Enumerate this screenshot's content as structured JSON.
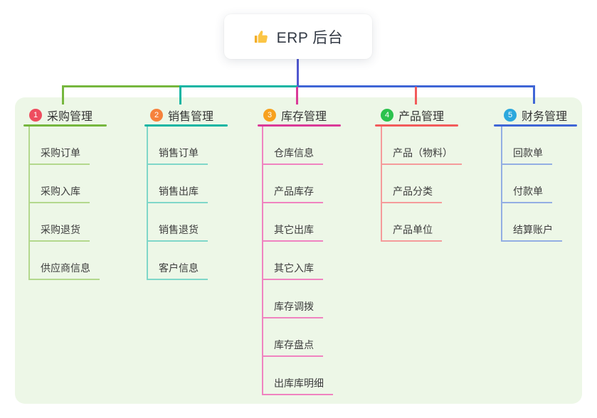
{
  "root": {
    "title": "ERP 后台",
    "icon": "thumbs-up-icon",
    "connector_color": "#5058cf"
  },
  "colors": {
    "panel_bg": "#edf7e7",
    "canvas_bg": "#ffffff",
    "text": "#333333"
  },
  "branches": [
    {
      "badge": "1",
      "label": "采购管理",
      "badge_color": "#ee4d5f",
      "line_color": "#76b73e",
      "child_line_color": "#b3d88d",
      "children": [
        "采购订单",
        "采购入库",
        "采购退货",
        "供应商信息"
      ]
    },
    {
      "badge": "2",
      "label": "销售管理",
      "badge_color": "#f6823c",
      "line_color": "#10b5a3",
      "child_line_color": "#7fd7c9",
      "children": [
        "销售订单",
        "销售出库",
        "销售退货",
        "客户信息"
      ]
    },
    {
      "badge": "3",
      "label": "库存管理",
      "badge_color": "#f7a11e",
      "line_color": "#da3a98",
      "child_line_color": "#f083c0",
      "children": [
        "仓库信息",
        "产品库存",
        "其它出库",
        "其它入库",
        "库存调拨",
        "库存盘点",
        "出库库明细"
      ]
    },
    {
      "badge": "4",
      "label": "产品管理",
      "badge_color": "#2bc24d",
      "line_color": "#f25b5b",
      "child_line_color": "#f59b9b",
      "children": [
        "产品（物料）",
        "产品分类",
        "产品单位"
      ]
    },
    {
      "badge": "5",
      "label": "财务管理",
      "badge_color": "#2ca8dd",
      "line_color": "#3f66d6",
      "child_line_color": "#93aee3",
      "children": [
        "回款单",
        "付款单",
        "结算账户"
      ]
    }
  ]
}
